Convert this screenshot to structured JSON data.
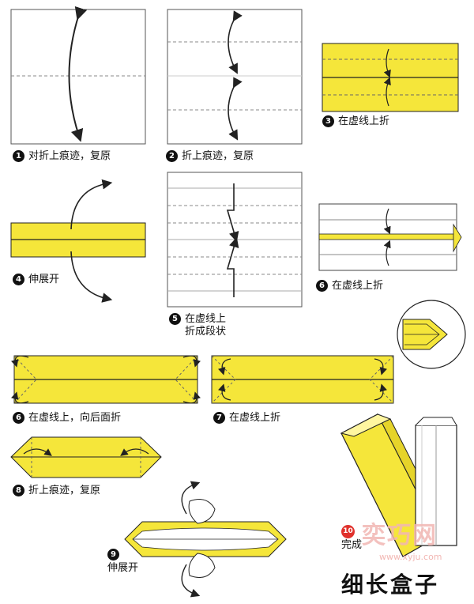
{
  "colors": {
    "paper": "#ffffff",
    "yellow": "#f5e63a",
    "outline": "#222222",
    "accent": "#e0312c"
  },
  "title": "细长盒子",
  "watermark": {
    "text": "奕巧网",
    "url": "www.xyju.com"
  },
  "steps": [
    {
      "num": "1",
      "caption": "对折上痕迹，复原"
    },
    {
      "num": "2",
      "caption": "折上痕迹，复原"
    },
    {
      "num": "3",
      "caption": "在虚线上折"
    },
    {
      "num": "4",
      "caption": "伸展开"
    },
    {
      "num": "5",
      "caption": "在虚线上\n折成段状"
    },
    {
      "num": "6",
      "caption": "在虚线上折"
    },
    {
      "num": "6",
      "caption": "在虚线上，向后面折"
    },
    {
      "num": "7",
      "caption": "在虚线上折"
    },
    {
      "num": "8",
      "caption": "折上痕迹，复原"
    },
    {
      "num": "9",
      "caption": "伸展开"
    },
    {
      "num": "10",
      "caption": "完成"
    }
  ]
}
